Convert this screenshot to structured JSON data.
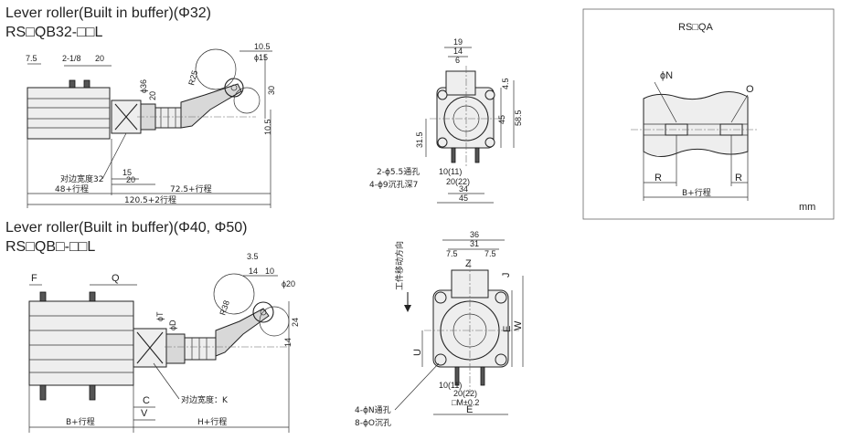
{
  "top": {
    "title": "Lever roller(Built in buffer)(Φ32)",
    "model": "RS□QB32-□□L",
    "dims": {
      "d7_5": "7.5",
      "d2_1_8": "2-1/8",
      "d20": "20",
      "d10_5": "10.5",
      "phi15": "ϕ15",
      "phi36": "ϕ36",
      "d20b": "20",
      "r25": "R25",
      "d30": "30",
      "d10_5b": "10.5",
      "d15": "15",
      "d20c": "20",
      "flats": "对边宽度32",
      "d48": "48+行程",
      "d72_5": "72.5+行程",
      "d120_5": "120.5+2行程"
    }
  },
  "bottom": {
    "title": "Lever roller(Built in buffer)(Φ40, Φ50)",
    "model": "RS□QB□-□□L",
    "dims": {
      "f": "F",
      "q": "Q",
      "d3_5": "3.5",
      "d14": "14",
      "d10": "10",
      "phi20": "ϕ20",
      "phiT": "ϕT",
      "phiD": "ϕD",
      "r38": "R38",
      "d24": "24",
      "d14b": "14",
      "c": "C",
      "v": "V",
      "flats": "对边宽度：K",
      "b": "B+行程",
      "h": "H+行程"
    }
  },
  "side32": {
    "dims": {
      "d19": "19",
      "d14": "14",
      "d6": "6",
      "d4_5": "4.5",
      "d45": "45",
      "d58_5": "58.5",
      "d31_5": "31.5",
      "hole1": "2-ϕ5.5通孔",
      "hole2": "4-ϕ9沉孔深7",
      "d10_11": "10(11)",
      "d20_22": "20(22)",
      "d34": "34",
      "d45b": "45"
    }
  },
  "side40": {
    "dir": "工件移动方向",
    "dims": {
      "d36": "36",
      "d31": "31",
      "d7_5": "7.5",
      "z": "Z",
      "d7_5b": "7.5",
      "j": "J",
      "e": "E",
      "w": "W",
      "u": "U",
      "d10_11": "10(11)",
      "d20_22": "20(22)",
      "m": "□M±0.2",
      "e2": "E",
      "hole1": "4-ϕN通孔",
      "hole2": "8-ϕO沉孔"
    }
  },
  "qa": {
    "title": "RS□QA",
    "phiN": "ϕN",
    "o": "O",
    "r1": "R",
    "r2": "R",
    "b": "B+行程",
    "unit": "mm"
  }
}
